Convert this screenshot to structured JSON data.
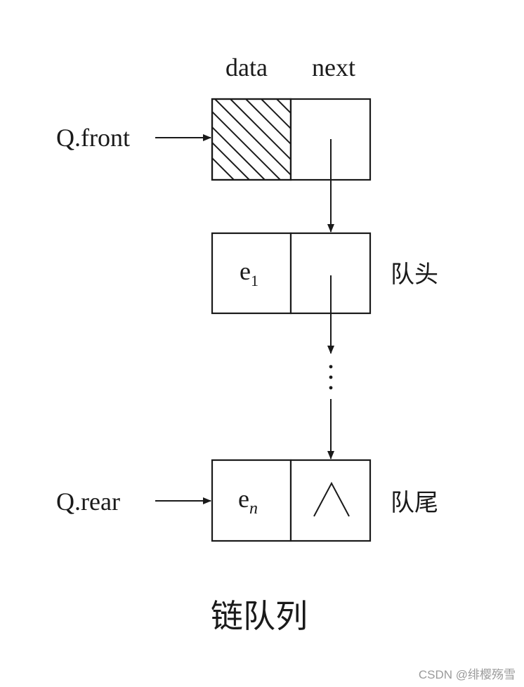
{
  "labels": {
    "data_field": "data",
    "next_field": "next",
    "front_pointer": "Q.front",
    "rear_pointer": "Q.rear",
    "first_elem_base": "e",
    "first_elem_sub": "1",
    "last_elem_base": "e",
    "last_elem_sub": "n",
    "null_symbol": "∧",
    "queue_head": "队头",
    "queue_tail": "队尾",
    "caption": "链队列",
    "watermark": "CSDN @绯樱殇雪"
  }
}
